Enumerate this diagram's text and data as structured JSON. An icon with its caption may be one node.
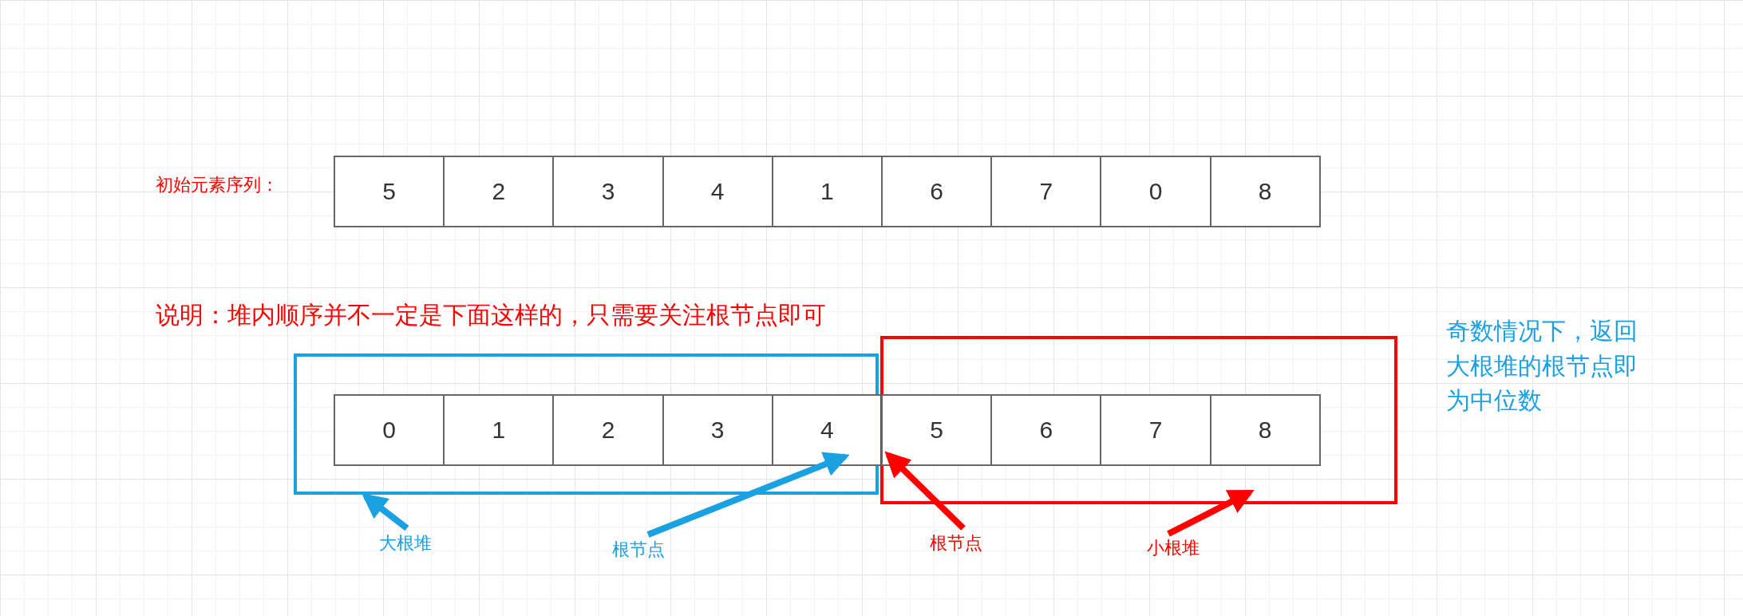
{
  "diagram": {
    "nodes": [
      {
        "text": [
          "5"
        ]
      },
      {
        "text": [
          "2"
        ]
      },
      {
        "text": [
          "3"
        ]
      },
      {
        "text": [
          "4"
        ]
      },
      {
        "text": [
          "1"
        ]
      },
      {
        "text": [
          "6"
        ]
      },
      {
        "text": [
          "7"
        ]
      },
      {
        "text": [
          "0"
        ]
      },
      {
        "text": [
          "8"
        ]
      },
      {
        "text": [],
        "shape": "box"
      },
      {
        "text": [
          "0"
        ],
        "in": 9
      },
      {
        "text": [
          "1"
        ],
        "in": 9
      },
      {
        "text": [
          "2"
        ],
        "in": 9
      },
      {
        "text": [
          "3"
        ],
        "in": 9
      },
      {
        "text": [
          "4"
        ],
        "in": 9
      },
      {
        "text": [],
        "shape": "box"
      },
      {
        "text": [
          "5"
        ],
        "in": 15
      },
      {
        "text": [
          "6"
        ],
        "in": 15
      },
      {
        "text": [
          "7"
        ],
        "in": 15
      },
      {
        "text": [
          "8"
        ],
        "in": 15
      },
      {
        "text": [
          "大根堆"
        ]
      },
      {
        "text": [
          "根节点"
        ]
      },
      {
        "text": [
          "根节点"
        ]
      },
      {
        "text": [
          "小根堆"
        ]
      }
    ],
    "edges": [
      {
        "from": 20,
        "to": 9,
        "arrow": "to",
        "color": "#1ba1e2"
      },
      {
        "from": 21,
        "to": 14,
        "arrow": "to",
        "color": "#1ba1e2"
      },
      {
        "from": 22,
        "to": 16,
        "arrow": "to",
        "color": "#ff0000"
      },
      {
        "from": 23,
        "to": 15,
        "arrow": "to",
        "color": "#ff0000"
      }
    ],
    "labels": [
      "初始元素序列：",
      "说明：堆内顺序并不一定是下面这样的，只需要关注根节点即可",
      "奇数情况下，返回大根堆的根节点即为中位数"
    ]
  }
}
